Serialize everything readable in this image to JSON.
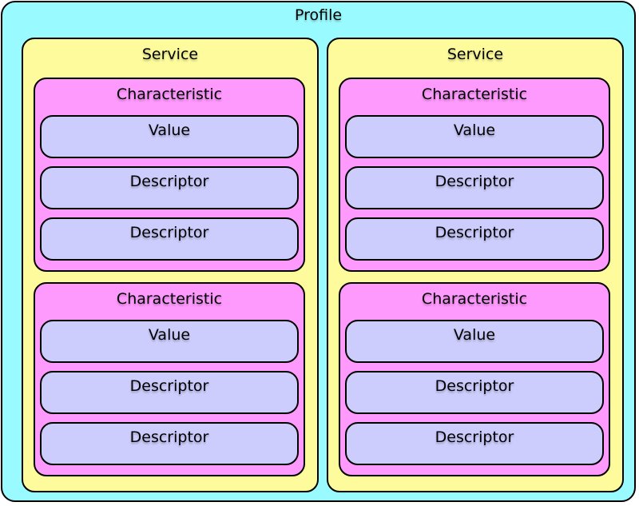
{
  "profile": {
    "label": "Profile",
    "services": [
      {
        "label": "Service",
        "characteristics": [
          {
            "label": "Characteristic",
            "items": [
              "Value",
              "Descriptor",
              "Descriptor"
            ]
          },
          {
            "label": "Characteristic",
            "items": [
              "Value",
              "Descriptor",
              "Descriptor"
            ]
          }
        ]
      },
      {
        "label": "Service",
        "characteristics": [
          {
            "label": "Characteristic",
            "items": [
              "Value",
              "Descriptor",
              "Descriptor"
            ]
          },
          {
            "label": "Characteristic",
            "items": [
              "Value",
              "Descriptor",
              "Descriptor"
            ]
          }
        ]
      }
    ]
  },
  "colors": {
    "profile": "#99fbff",
    "service": "#fdfb9b",
    "characteristic": "#fe99fe",
    "leaf": "#ccccfd",
    "border": "#000000"
  }
}
